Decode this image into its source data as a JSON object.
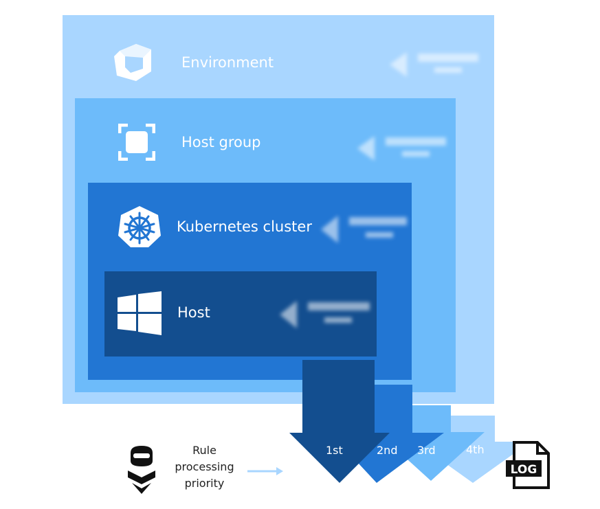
{
  "levels": {
    "environment": "Environment",
    "host_group": "Host group",
    "kubernetes_cluster": "Kubernetes cluster",
    "host": "Host"
  },
  "arrows": {
    "first": "1st",
    "second": "2nd",
    "third": "3rd",
    "fourth": "4th"
  },
  "legend": {
    "line1": "Rule",
    "line2": "processing",
    "line3": "priority"
  },
  "log_icon": {
    "label": "LOG"
  },
  "icons": {
    "environment": "cube-icon",
    "host_group": "frame-icon",
    "kubernetes_cluster": "kubernetes-helm-icon",
    "host": "windows-logo-icon",
    "legend": "ninja-icon",
    "log": "log-file-icon"
  },
  "colors": {
    "environment": "#a9d6ff",
    "host_group": "#6dbbfa",
    "kubernetes_cluster": "#2276d3",
    "host": "#134e8f",
    "arrow_1st": "#134e8f",
    "arrow_2nd": "#2276d3",
    "arrow_3rd": "#6dbbfa",
    "arrow_4th": "#a9d6ff"
  }
}
